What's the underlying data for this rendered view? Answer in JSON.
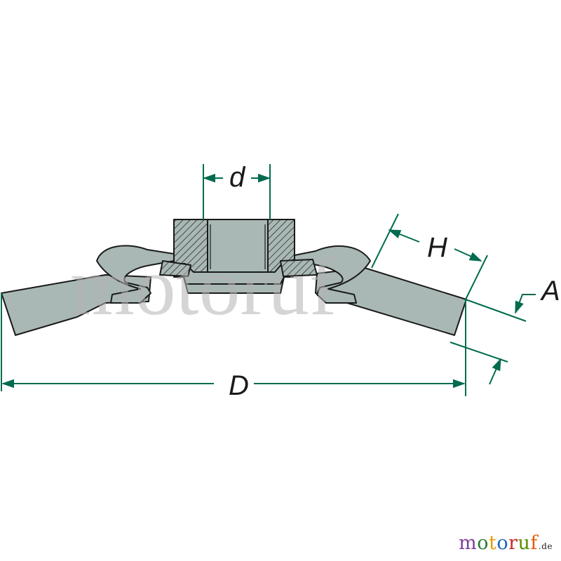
{
  "dimensions": {
    "bore": "d",
    "height": "H",
    "angle": "A",
    "diameter": "D"
  },
  "watermark": "motoruf",
  "brand": {
    "letters": [
      "m",
      "o",
      "t",
      "o",
      "r",
      "u",
      "f"
    ],
    "letter_colors": [
      "#7b3f99",
      "#2e7d32",
      "#e89a00",
      "#1b66b8",
      "#c62828",
      "#5a8f00",
      "#e45a00"
    ],
    "suffix": ".de"
  },
  "colors": {
    "dimension_line": "#006b4e",
    "part_fill": "#a9b8b5",
    "part_stroke": "#1a1a1a"
  }
}
